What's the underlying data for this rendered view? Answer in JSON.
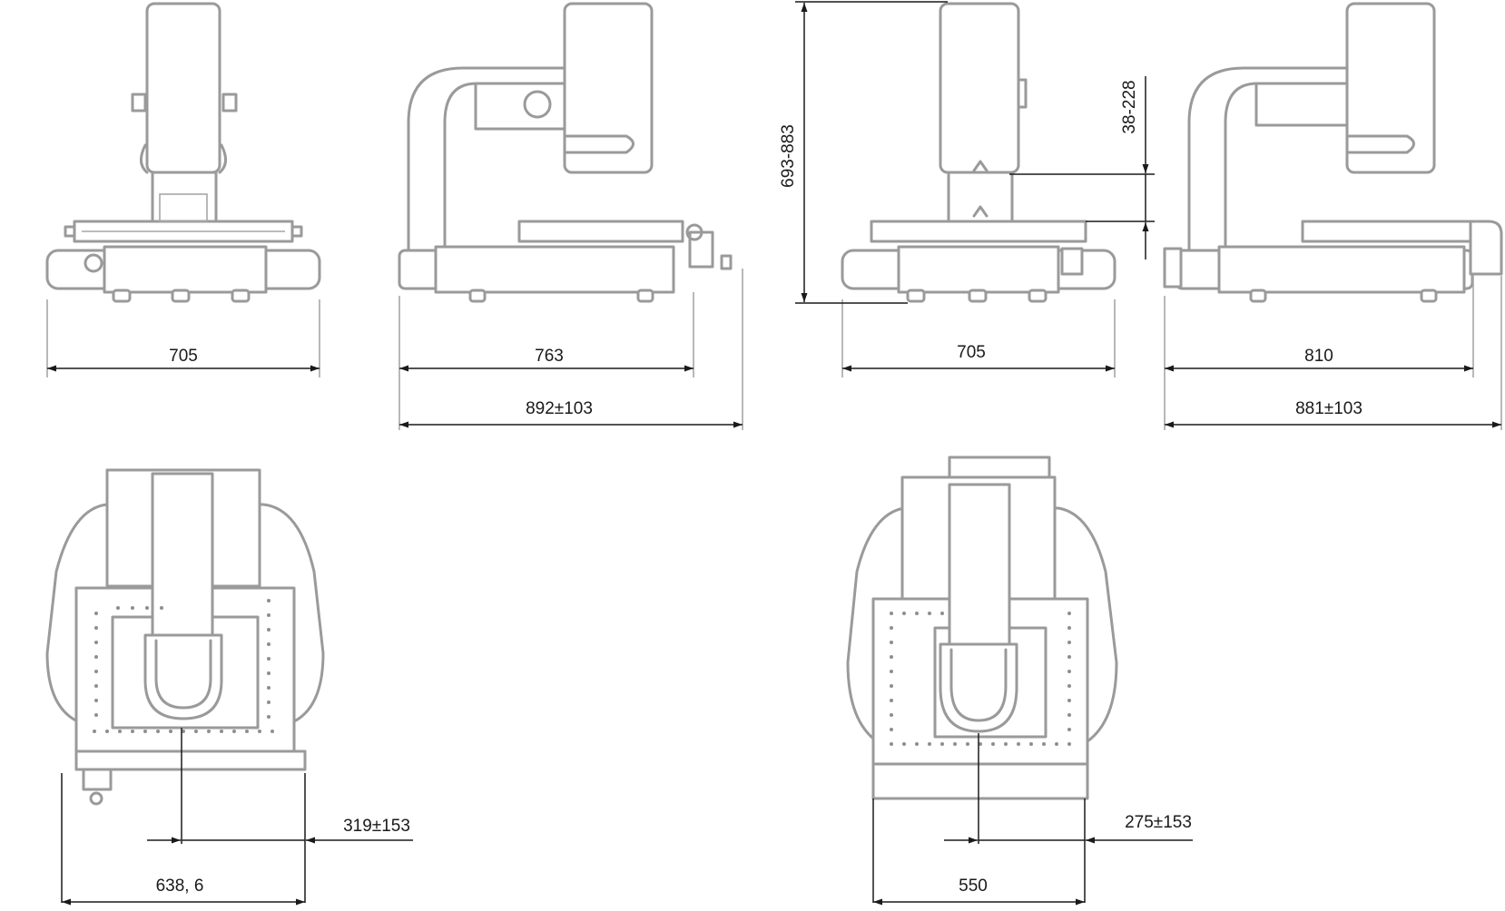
{
  "dimensions": {
    "front_left_width": "705",
    "side_left_depth": "763",
    "side_left_total": "892±103",
    "front_right_width": "705",
    "height_range": "693-883",
    "clearance_range": "38-228",
    "side_right_depth": "810",
    "side_right_total": "881±103",
    "top_left_offset": "319±153",
    "top_left_width": "638, 6",
    "top_right_offset": "275±153",
    "top_right_width": "550"
  },
  "colors": {
    "machine_line": "#9a9a9a",
    "dimension_line": "#1a1a1a"
  }
}
